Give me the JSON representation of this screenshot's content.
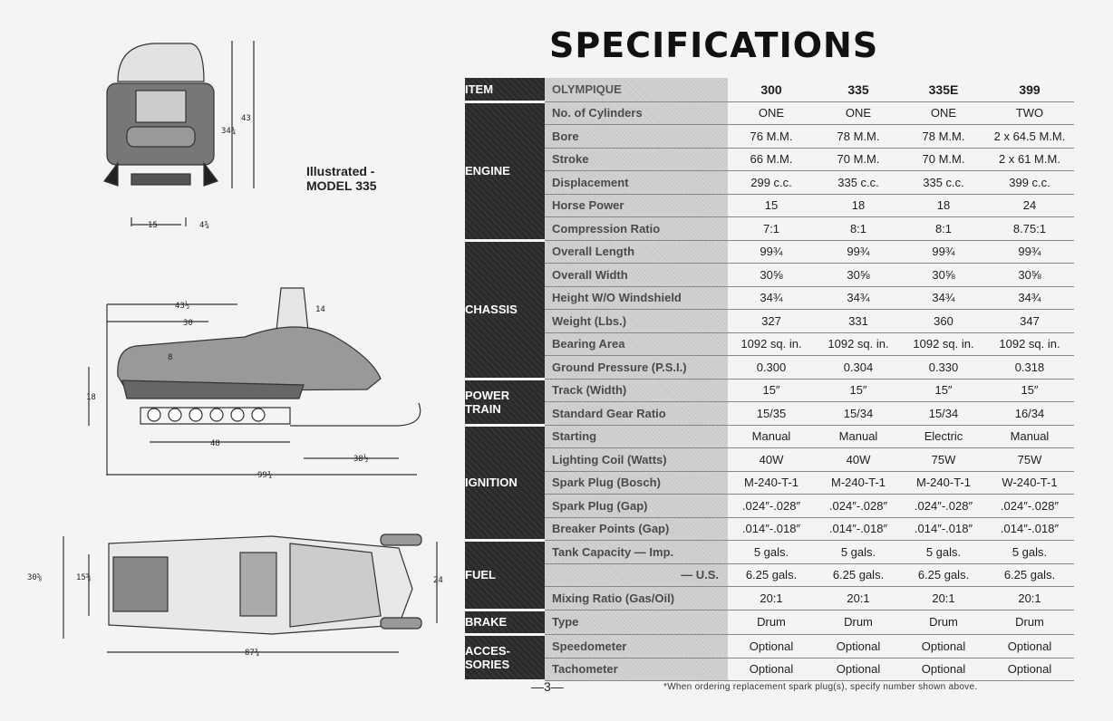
{
  "drawings": {
    "illustrated_label_1": "Illustrated -",
    "illustrated_label_2": "MODEL 335",
    "front_dims": {
      "width": "15",
      "offset": "4¾",
      "height_inner": "34¾",
      "height_outer": "43"
    },
    "side_dims": {
      "top_span": "43½",
      "inner_span": "30",
      "seat": "8",
      "windshield": "14",
      "height": "18",
      "track": "48",
      "ski": "38½",
      "overall": "99¾"
    },
    "top_dims": {
      "outer_width": "30⅝",
      "inner_width": "15⅝",
      "ski_width": "24",
      "length": "87¾"
    }
  },
  "title": "SPECIFICATIONS",
  "columns": [
    "300",
    "335",
    "335E",
    "399"
  ],
  "sections": [
    {
      "category": "ITEM",
      "rows": [
        {
          "item": "OLYMPIQUE",
          "values": [
            "300",
            "335",
            "335E",
            "399"
          ],
          "head": true
        }
      ]
    },
    {
      "category": "ENGINE",
      "rows": [
        {
          "item": "No. of Cylinders",
          "values": [
            "ONE",
            "ONE",
            "ONE",
            "TWO"
          ]
        },
        {
          "item": "Bore",
          "values": [
            "76 M.M.",
            "78 M.M.",
            "78 M.M.",
            "2 x 64.5 M.M."
          ]
        },
        {
          "item": "Stroke",
          "values": [
            "66 M.M.",
            "70 M.M.",
            "70 M.M.",
            "2 x 61 M.M."
          ]
        },
        {
          "item": "Displacement",
          "values": [
            "299 c.c.",
            "335 c.c.",
            "335 c.c.",
            "399 c.c."
          ]
        },
        {
          "item": "Horse Power",
          "values": [
            "15",
            "18",
            "18",
            "24"
          ]
        },
        {
          "item": "Compression Ratio",
          "values": [
            "7:1",
            "8:1",
            "8:1",
            "8.75:1"
          ]
        }
      ]
    },
    {
      "category": "CHASSIS",
      "rows": [
        {
          "item": "Overall Length",
          "values": [
            "99¾",
            "99¾",
            "99¾",
            "99¾"
          ]
        },
        {
          "item": "Overall Width",
          "values": [
            "30⅝",
            "30⅝",
            "30⅝",
            "30⅝"
          ]
        },
        {
          "item": "Height W/O Windshield",
          "values": [
            "34¾",
            "34¾",
            "34¾",
            "34¾"
          ]
        },
        {
          "item": "Weight (Lbs.)",
          "values": [
            "327",
            "331",
            "360",
            "347"
          ]
        },
        {
          "item": "Bearing Area",
          "values": [
            "1092 sq. in.",
            "1092 sq. in.",
            "1092 sq. in.",
            "1092 sq. in."
          ]
        },
        {
          "item": "Ground Pressure (P.S.I.)",
          "values": [
            "0.300",
            "0.304",
            "0.330",
            "0.318"
          ]
        }
      ]
    },
    {
      "category": "POWER TRAIN",
      "rows": [
        {
          "item": "Track (Width)",
          "values": [
            "15″",
            "15″",
            "15″",
            "15″"
          ]
        },
        {
          "item": "Standard Gear Ratio",
          "values": [
            "15/35",
            "15/34",
            "15/34",
            "16/34"
          ]
        }
      ]
    },
    {
      "category": "IGNITION",
      "rows": [
        {
          "item": "Starting",
          "values": [
            "Manual",
            "Manual",
            "Electric",
            "Manual"
          ]
        },
        {
          "item": "Lighting Coil (Watts)",
          "values": [
            "40W",
            "40W",
            "75W",
            "75W"
          ]
        },
        {
          "item": "Spark Plug (Bosch)",
          "values": [
            "M-240-T-1",
            "M-240-T-1",
            "M-240-T-1",
            "W-240-T-1"
          ]
        },
        {
          "item": "Spark Plug (Gap)",
          "values": [
            ".024″-.028″",
            ".024″-.028″",
            ".024″-.028″",
            ".024″-.028″"
          ]
        },
        {
          "item": "Breaker Points (Gap)",
          "values": [
            ".014″-.018″",
            ".014″-.018″",
            ".014″-.018″",
            ".014″-.018″"
          ]
        }
      ]
    },
    {
      "category": "FUEL",
      "rows": [
        {
          "item": "Tank Capacity — Imp.",
          "values": [
            "5 gals.",
            "5 gals.",
            "5 gals.",
            "5 gals."
          ]
        },
        {
          "item": "— U.S.",
          "values": [
            "6.25 gals.",
            "6.25 gals.",
            "6.25 gals.",
            "6.25 gals."
          ],
          "right": true
        },
        {
          "item": "Mixing Ratio (Gas/Oil)",
          "values": [
            "20:1",
            "20:1",
            "20:1",
            "20:1"
          ]
        }
      ]
    },
    {
      "category": "BRAKE",
      "rows": [
        {
          "item": "Type",
          "values": [
            "Drum",
            "Drum",
            "Drum",
            "Drum"
          ]
        }
      ]
    },
    {
      "category": "ACCES-SORIES",
      "category_lines": [
        "ACCES-",
        "SORIES"
      ],
      "rows": [
        {
          "item": "Speedometer",
          "values": [
            "Optional",
            "Optional",
            "Optional",
            "Optional"
          ]
        },
        {
          "item": "Tachometer",
          "values": [
            "Optional",
            "Optional",
            "Optional",
            "Optional"
          ]
        }
      ]
    }
  ],
  "page_number": "—3—",
  "footnote": "*When ordering replacement spark plug(s), specify number shown above."
}
